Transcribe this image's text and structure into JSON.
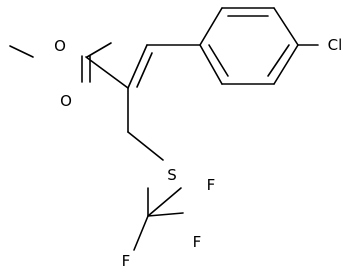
{
  "structure": {
    "atoms": {
      "carbonyl_oxygen": "O",
      "ester_oxygen": "O",
      "chlorine": "Cl",
      "sulfur": "S",
      "fluorine_top": "F",
      "fluorine_left": "F",
      "fluorine_right": "F"
    }
  },
  "colors": {
    "bond": "#000000",
    "label": "#000000",
    "background": "#ffffff"
  }
}
